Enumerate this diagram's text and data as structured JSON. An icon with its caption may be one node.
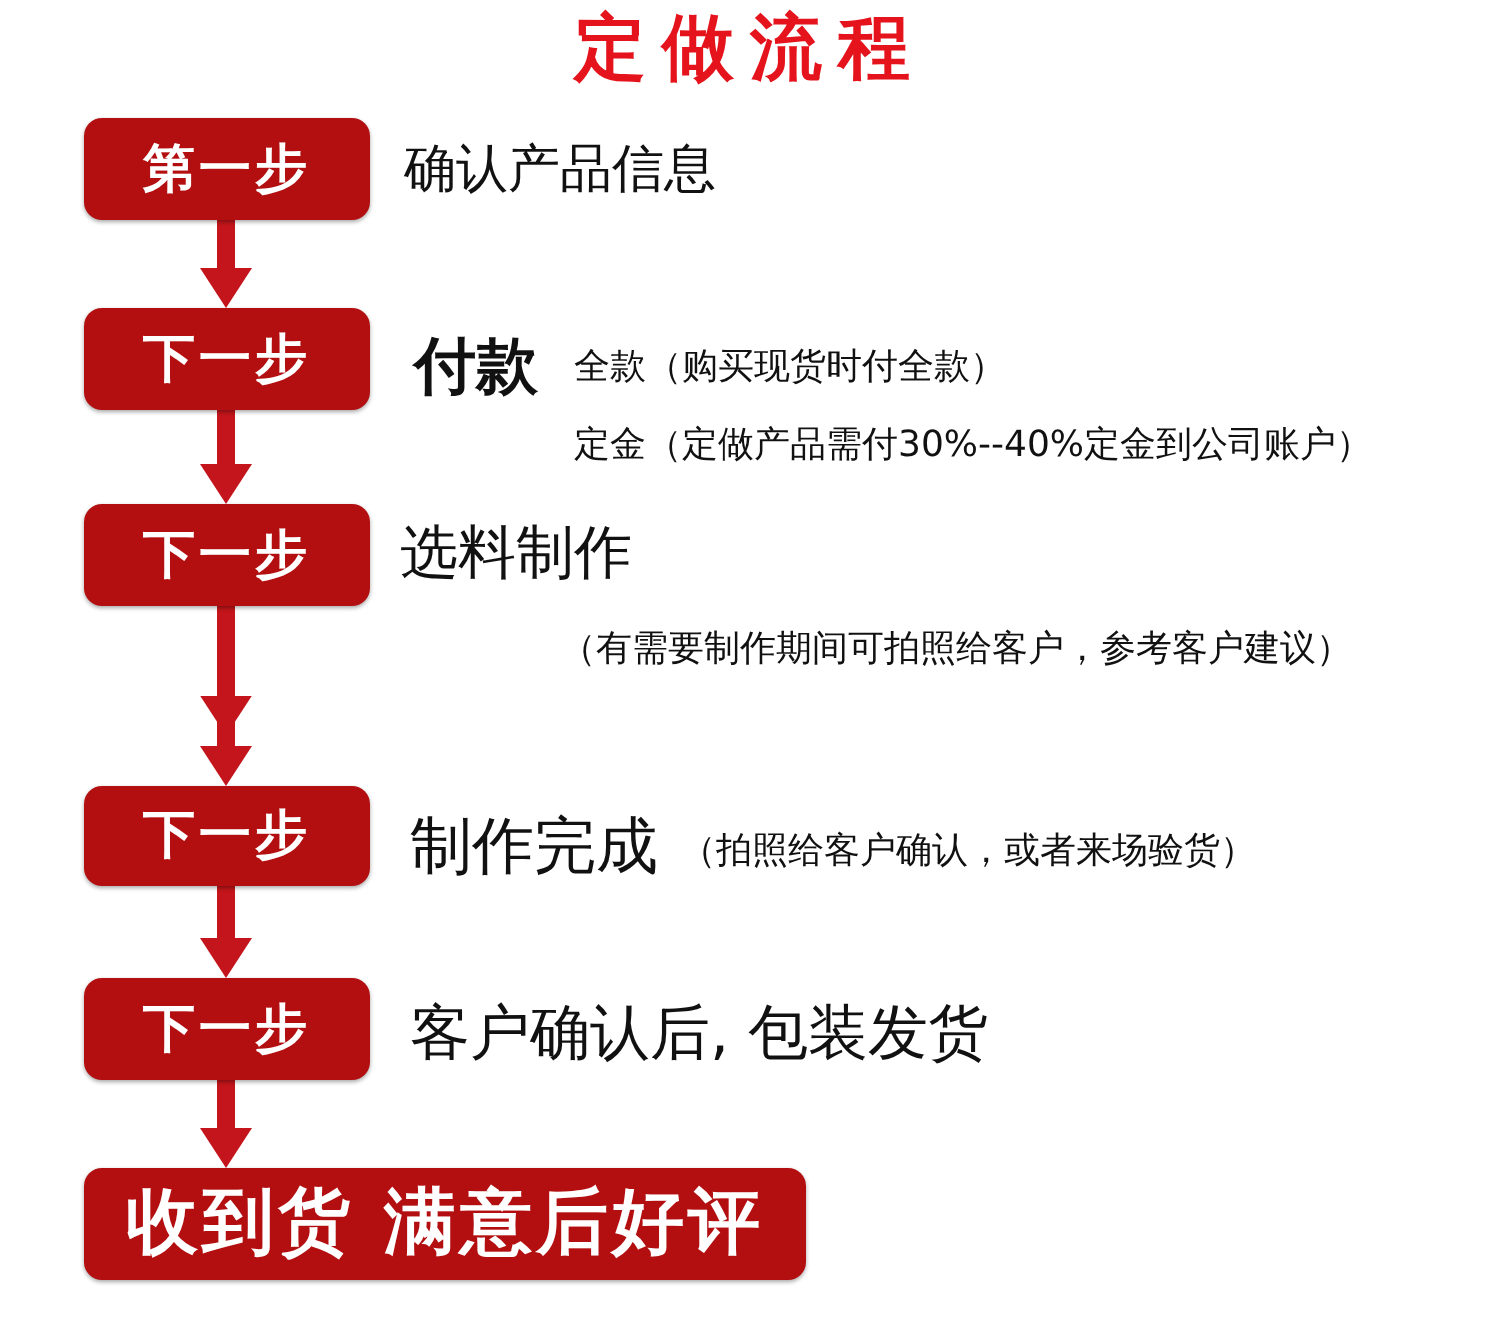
{
  "diagram": {
    "title": "定做流程",
    "nodes": [
      {
        "text": [
          "第一步"
        ],
        "beside": [
          "确认产品信息"
        ]
      },
      {
        "text": [
          "下一步"
        ],
        "beside": [
          "付款",
          "全款（购买现货时付全款）",
          "定金（定做产品需付30%--40%定金到公司账户）"
        ]
      },
      {
        "text": [
          "下一步"
        ],
        "beside": [
          "选料制作",
          "（有需要制作期间可拍照给客户，参考客户建议）"
        ]
      },
      {
        "text": [
          "下一步"
        ],
        "beside": [
          "制作完成",
          "（拍照给客户确认，或者来场验货）"
        ]
      },
      {
        "text": [
          "下一步"
        ],
        "beside": [
          "客户确认后, 包装发货"
        ]
      },
      {
        "text": [
          "收到货 满意后好评"
        ]
      }
    ],
    "edges": [
      {
        "from": 0,
        "to": 1,
        "arrow": "to"
      },
      {
        "from": 1,
        "to": 2,
        "arrow": "to"
      },
      {
        "from": 2,
        "to": 3,
        "arrow": "to"
      },
      {
        "from": 3,
        "to": 4,
        "arrow": "to"
      },
      {
        "from": 4,
        "to": 5,
        "arrow": "to"
      }
    ]
  }
}
